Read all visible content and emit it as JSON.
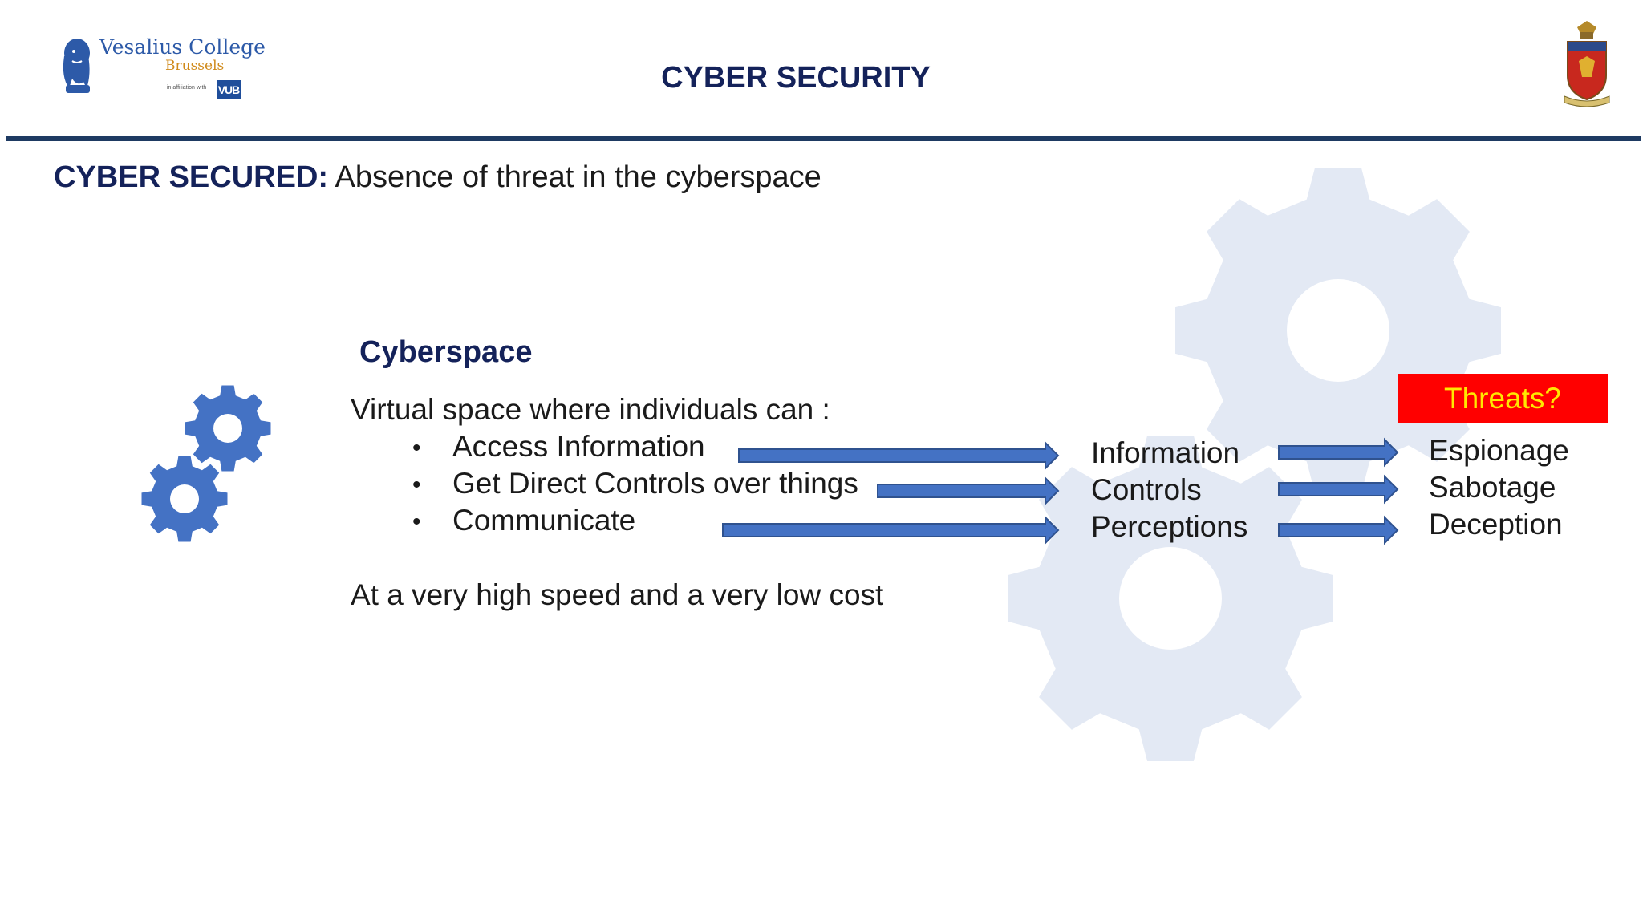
{
  "header": {
    "logo_name": "Vesalius College",
    "logo_city": "Brussels",
    "logo_affiliation": "in affiliation with",
    "logo_partner": "VUB",
    "title": "CYBER SECURITY"
  },
  "subtitle": {
    "term": "CYBER SECURED:",
    "definition": " Absence of threat in the cyberspace"
  },
  "cyberspace": {
    "heading": "Cyberspace",
    "description": "Virtual space where individuals can :",
    "bullet_symbol": "•",
    "items": [
      "Access Information",
      "Get Direct Controls over things",
      "Communicate"
    ],
    "speed_note": "At a very high speed and a very low cost"
  },
  "outcomes": [
    "Information",
    "Controls",
    "Perceptions"
  ],
  "threats": {
    "label": "Threats?",
    "items": [
      "Espionage",
      "Sabotage",
      "Deception"
    ]
  },
  "icons": {
    "left_logo": "bearded-portrait-logo-icon",
    "right_logo": "heraldic-crest-icon",
    "main_illustration": "gears-icon",
    "background": "gears-watermark-icon",
    "arrows": "right-arrow-icon"
  },
  "colors": {
    "title": "#14225a",
    "rule": "#1e3a62",
    "arrow_fill": "#4472c4",
    "arrow_stroke": "#2f528f",
    "gear_icon": "#4472c4",
    "watermark": "#e3e9f4",
    "threats_bg": "#ff0000",
    "threats_text": "#ffe800"
  }
}
